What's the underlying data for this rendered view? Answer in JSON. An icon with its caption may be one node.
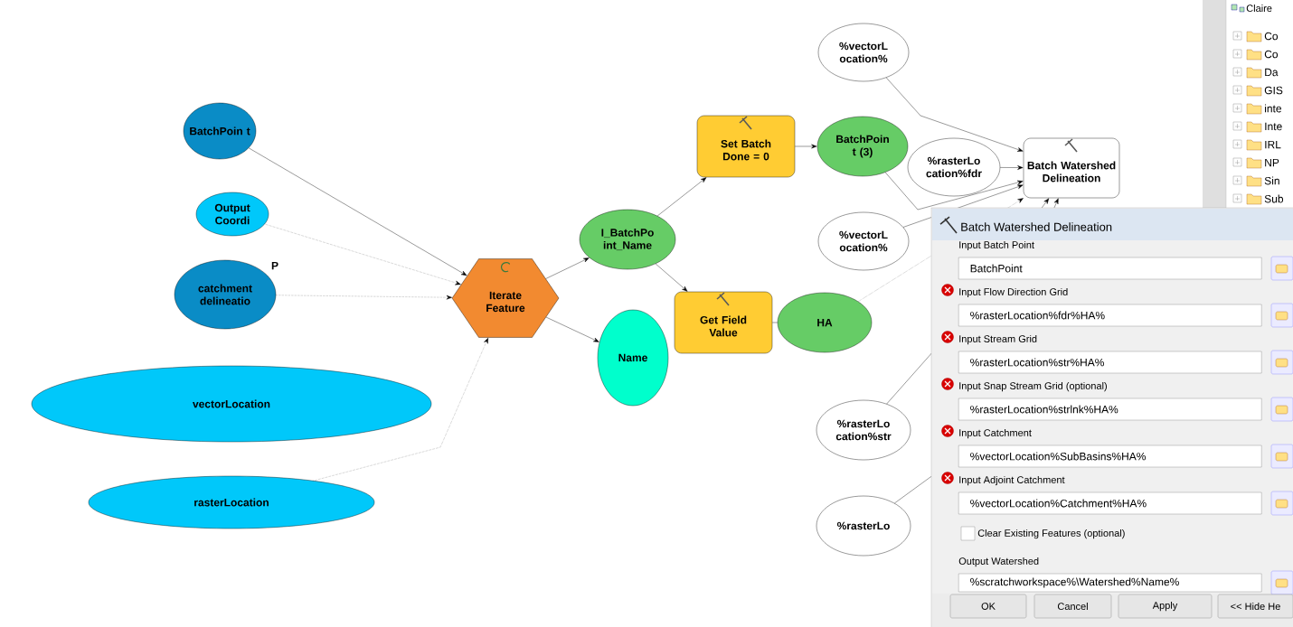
{
  "diagram": {
    "nodes": [
      {
        "text": [
          "BatchPoin t"
        ]
      },
      {
        "text": [
          "Output Coordi"
        ]
      },
      {
        "text": [
          "catchment delineatio"
        ],
        "beside": [
          "P"
        ]
      },
      {
        "text": [
          "vectorLocation"
        ]
      },
      {
        "text": [
          "rasterLocation"
        ]
      },
      {
        "text": [
          "Iterate Feature"
        ]
      },
      {
        "text": [
          "I_BatchPo int_Name"
        ]
      },
      {
        "text": [
          "Name"
        ]
      },
      {
        "text": [
          "Set Batch Done = 0"
        ]
      },
      {
        "text": [
          "Get Field Value"
        ]
      },
      {
        "text": [
          "BatchPoin t (3)"
        ]
      },
      {
        "text": [
          "HA"
        ]
      },
      {
        "text": [
          "%vectorL ocation%"
        ]
      },
      {
        "text": [
          "%rasterLo cation%fdr"
        ]
      },
      {
        "text": [
          "Batch Watershed Delineation"
        ]
      },
      {
        "text": [
          "%vectorL ocation%"
        ]
      },
      {
        "text": [
          "%rasterLo cation%str"
        ]
      },
      {
        "text": [
          "%rasterLo"
        ]
      }
    ],
    "edges": [
      {
        "from": 0,
        "to": 5,
        "arrow": "to"
      },
      {
        "from": 1,
        "to": 5,
        "arrow": "to",
        "style": "dashed"
      },
      {
        "from": 2,
        "to": 5,
        "arrow": "to",
        "style": "dashed"
      },
      {
        "from": 4,
        "to": 5,
        "arrow": "to",
        "style": "dashed"
      },
      {
        "from": 5,
        "to": 6,
        "arrow": "to"
      },
      {
        "from": 5,
        "to": 7,
        "arrow": "to"
      },
      {
        "from": 6,
        "to": 8,
        "arrow": "to"
      },
      {
        "from": 6,
        "to": 9,
        "arrow": "to"
      },
      {
        "from": 8,
        "to": 10,
        "arrow": "to"
      },
      {
        "from": 9,
        "to": 11,
        "arrow": "none"
      },
      {
        "from": 12,
        "to": 14,
        "arrow": "to"
      },
      {
        "from": 10,
        "to": 14,
        "arrow": "to"
      },
      {
        "from": 13,
        "to": 14,
        "arrow": "to"
      },
      {
        "from": 15,
        "to": 14,
        "arrow": "to"
      },
      {
        "from": 11,
        "to": 14,
        "arrow": "to",
        "style": "dashed"
      },
      {
        "from": 16,
        "to": 14,
        "arrow": "to"
      },
      {
        "from": 17,
        "to": 14,
        "arrow": "to"
      }
    ],
    "labels": [
      "Claire",
      "Co",
      "Co",
      "Da",
      "GIS",
      "inte",
      "Inte",
      "IRL",
      "NP",
      "Sin",
      "Sub",
      "Batch Watershed Delineation",
      "Input Batch Point",
      "BatchPoint",
      "Input Flow Direction Grid",
      "%rasterLocation%fdr%HA%",
      "Input Stream Grid",
      "%rasterLocation%str%HA%",
      "Input Snap Stream Grid (optional)",
      "%rasterLocation%strlnk%HA%",
      "Input Catchment",
      "%vectorLocation%SubBasins%HA%",
      "Input Adjoint Catchment",
      "%vectorLocation%Catchment%HA%",
      "Clear Existing Features (optional)",
      "Output Watershed",
      "%scratchworkspace%\\Watershed%Name%",
      "OK",
      "Cancel",
      "Apply",
      "<< Hide He"
    ]
  }
}
